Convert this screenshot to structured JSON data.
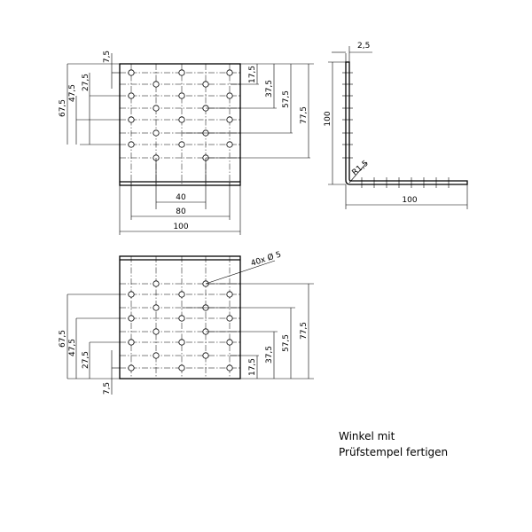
{
  "top_view": {
    "dims_left": [
      "7,5",
      "27,5",
      "47,5",
      "67,5"
    ],
    "dims_right": [
      "17,5",
      "37,5",
      "57,5",
      "77,5"
    ],
    "dims_bottom": [
      "40",
      "80",
      "100"
    ]
  },
  "side_view": {
    "thickness": "2,5",
    "height": "100",
    "length": "100",
    "radius": "R1,5"
  },
  "bottom_view": {
    "holes_callout": "40x  Ø 5",
    "dims_left": [
      "67,5",
      "47,5",
      "27,5",
      "7,5"
    ],
    "dims_right": [
      "17,5",
      "37,5",
      "57,5",
      "77,5"
    ]
  },
  "note": {
    "line1": "Winkel mit",
    "line2": "Prüfstempel fertigen"
  }
}
